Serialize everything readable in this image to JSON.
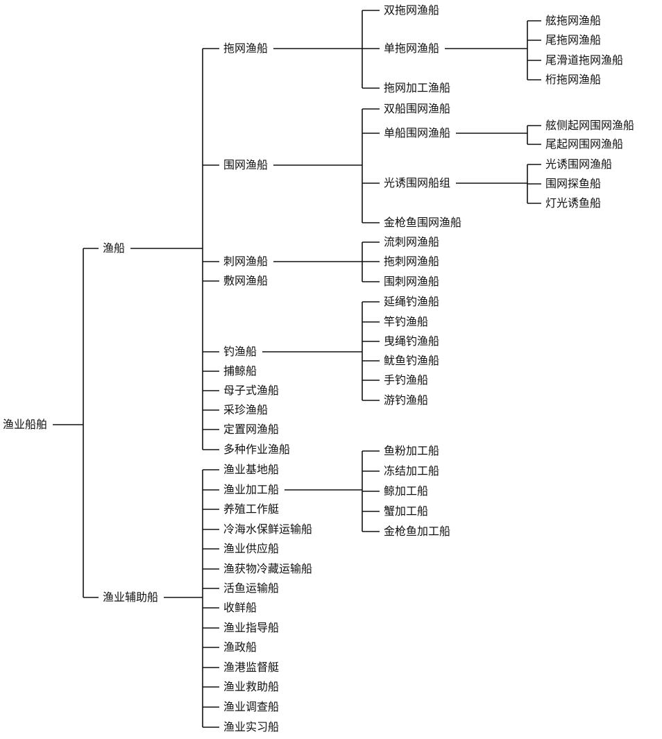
{
  "root": {
    "label": "渔业船舶",
    "children": [
      {
        "label": "渔船",
        "children": [
          {
            "label": "拖网渔船",
            "children": [
              {
                "label": "双拖网渔船"
              },
              {
                "label": "单拖网渔船",
                "children": [
                  {
                    "label": "舷拖网渔船"
                  },
                  {
                    "label": "尾拖网渔船"
                  },
                  {
                    "label": "尾滑道拖网渔船"
                  },
                  {
                    "label": "桁拖网渔船"
                  }
                ]
              },
              {
                "label": "拖网加工渔船"
              }
            ]
          },
          {
            "label": "围网渔船",
            "children": [
              {
                "label": "双船围网渔船"
              },
              {
                "label": "单船围网渔船",
                "children": [
                  {
                    "label": "舷侧起网围网渔船"
                  },
                  {
                    "label": "尾起网围网渔船"
                  }
                ]
              },
              {
                "label": "光诱围网船组",
                "children": [
                  {
                    "label": "光诱围网渔船"
                  },
                  {
                    "label": "围网探鱼船"
                  },
                  {
                    "label": "灯光诱鱼船"
                  }
                ]
              },
              {
                "label": "金枪鱼围网渔船"
              }
            ]
          },
          {
            "label": "刺网渔船",
            "children": [
              {
                "label": "流刺网渔船"
              },
              {
                "label": "拖刺网渔船"
              },
              {
                "label": "围刺网渔船"
              }
            ]
          },
          {
            "label": "敷网渔船"
          },
          {
            "label": "钓渔船",
            "children": [
              {
                "label": "延绳钓渔船"
              },
              {
                "label": "竿钓渔船"
              },
              {
                "label": "曳绳钓渔船"
              },
              {
                "label": "鱿鱼钓渔船"
              },
              {
                "label": "手钓渔船"
              },
              {
                "label": "游钓渔船"
              }
            ]
          },
          {
            "label": "捕鲸船"
          },
          {
            "label": "母子式渔船"
          },
          {
            "label": "采珍渔船"
          },
          {
            "label": "定置网渔船"
          },
          {
            "label": "多种作业渔船"
          }
        ]
      },
      {
        "label": "渔业辅助船",
        "children": [
          {
            "label": "渔业基地船"
          },
          {
            "label": "渔业加工船",
            "children": [
              {
                "label": "鱼粉加工船"
              },
              {
                "label": "冻结加工船"
              },
              {
                "label": "鲸加工船"
              },
              {
                "label": "蟹加工船"
              },
              {
                "label": "金枪鱼加工船"
              }
            ]
          },
          {
            "label": "养殖工作艇"
          },
          {
            "label": "冷海水保鲜运输船"
          },
          {
            "label": "渔业供应船"
          },
          {
            "label": "渔获物冷藏运输船"
          },
          {
            "label": "活鱼运输船"
          },
          {
            "label": "收鲜船"
          },
          {
            "label": "渔业指导船"
          },
          {
            "label": "渔政船"
          },
          {
            "label": "渔港监督艇"
          },
          {
            "label": "渔业救助船"
          },
          {
            "label": "渔业调查船"
          },
          {
            "label": "渔业实习船"
          }
        ]
      }
    ]
  }
}
